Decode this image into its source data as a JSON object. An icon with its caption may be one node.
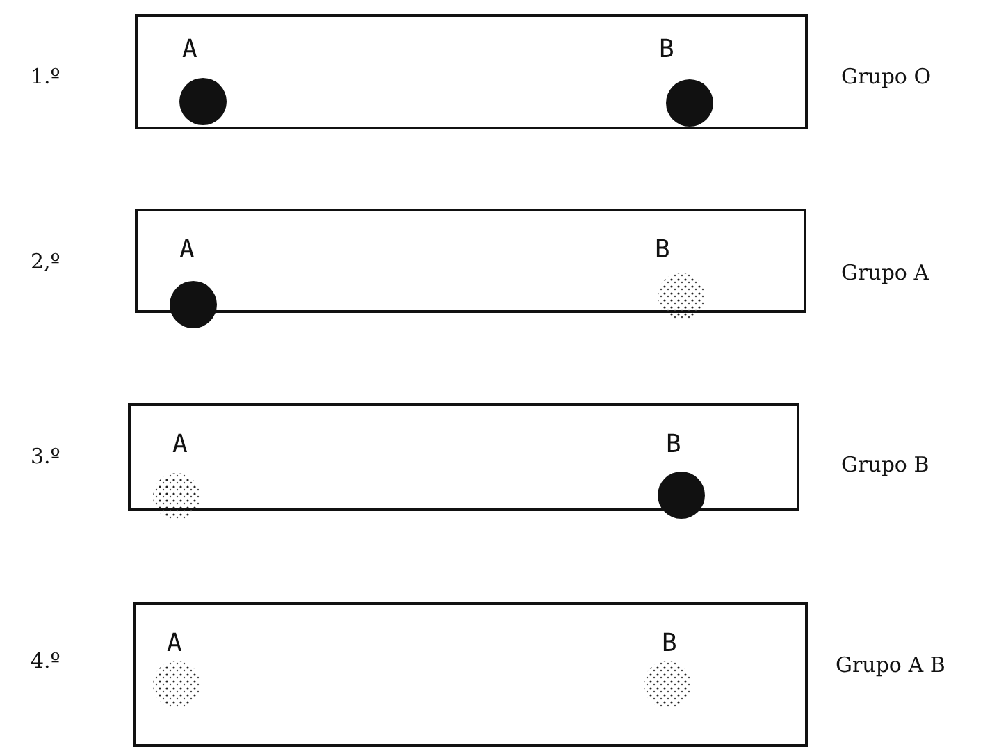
{
  "diagram": {
    "nodes": [
      {
        "text": [
          "A",
          "B"
        ],
        "beside": [
          "1.º",
          "Grupo O"
        ]
      },
      {
        "text": [
          "A",
          "B"
        ],
        "beside": [
          "2,º",
          "Grupo A"
        ]
      },
      {
        "text": [
          "A",
          "B"
        ],
        "beside": [
          "3.º",
          "Grupo B"
        ]
      },
      {
        "text": [
          "A",
          "B"
        ],
        "beside": [
          "4.º",
          "Grupo A B"
        ]
      }
    ]
  }
}
